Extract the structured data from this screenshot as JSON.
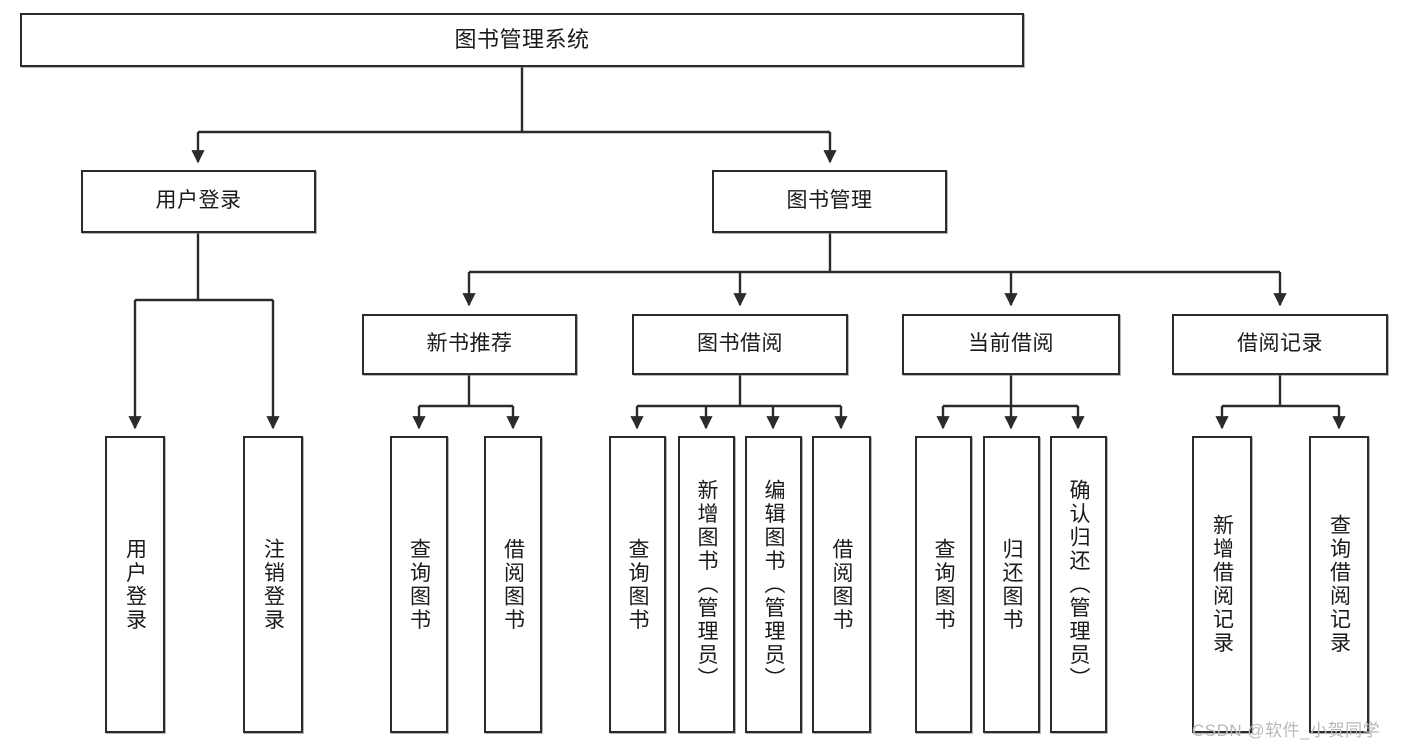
{
  "diagram": {
    "title": "图书管理系统",
    "type": "tree-hierarchy-chart",
    "colors": {
      "node_border": "#2b2b2b",
      "node_fill": "#ffffff",
      "edge": "#2b2b2b",
      "text": "#1a1a1a",
      "watermark": "#b9b9b9"
    },
    "root": {
      "label": "图书管理系统"
    },
    "level2": [
      {
        "label": "用户登录"
      },
      {
        "label": "图书管理"
      }
    ],
    "level3": [
      {
        "label": "新书推荐"
      },
      {
        "label": "图书借阅"
      },
      {
        "label": "当前借阅"
      },
      {
        "label": "借阅记录"
      }
    ],
    "leaves": {
      "user_login": [
        {
          "label": "用户登录"
        },
        {
          "label": "注销登录"
        }
      ],
      "new_book_recommend": [
        {
          "label": "查询图书"
        },
        {
          "label": "借阅图书"
        }
      ],
      "book_borrow": [
        {
          "label": "查询图书"
        },
        {
          "label": "新增图书（管理员）"
        },
        {
          "label": "编辑图书（管理员）"
        },
        {
          "label": "借阅图书"
        }
      ],
      "current_borrow": [
        {
          "label": "查询图书"
        },
        {
          "label": "归还图书"
        },
        {
          "label": "确认归还（管理员）"
        }
      ],
      "borrow_record": [
        {
          "label": "新增借阅记录"
        },
        {
          "label": "查询借阅记录"
        }
      ]
    }
  },
  "watermark": {
    "text": "CSDN @软件_小贺同学"
  }
}
